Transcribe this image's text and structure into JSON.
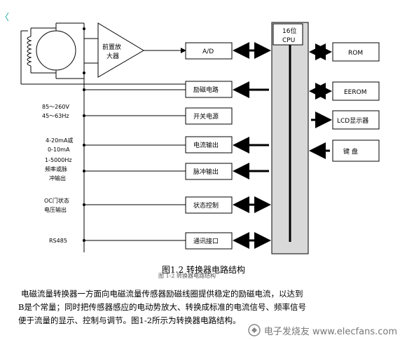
{
  "corner_mark": "〈",
  "diagram": {
    "cpu_label": "16位\nCPU",
    "cpu_label_line1": "16位",
    "cpu_label_line2": "CPU",
    "preamp_line1": "前置放",
    "preamp_line2": "大器",
    "ad": "A/D",
    "excitation": "励磁电路",
    "switching_ps": "开关电源",
    "current_out": "电流输出",
    "pulse_out": "脉冲输出",
    "status_ctrl": "状态控制",
    "comm_if": "通讯接口",
    "rom": "ROM",
    "eerom": "EEROM",
    "lcd": "LCD显示器",
    "keyboard": "键  盘",
    "in_power_1": "85～260V",
    "in_power_2": "45～63Hz",
    "in_current_1": "4-20mA或",
    "in_current_2": "0-10mA",
    "in_pulse_1": "1-5000Hz",
    "in_pulse_2": "频率或脉",
    "in_pulse_3": "冲输出",
    "in_status_1": "OC门状态",
    "in_status_2": "电压输出",
    "in_rs485": "RS485"
  },
  "caption": "图1.2 转换器电路结构",
  "caption_ghost": "图 1-2  转换器电路结构",
  "paragraph_line1": "电磁流量转换器一方面向电磁流量传感器励磁线圈提供稳定的励磁电流，以达到",
  "paragraph_line2": "B是个常量；同时把传感器感应的电动势放大、转换成标准的电流信号、频率信号",
  "paragraph_line3": "便于流量的显示、控制与调节。图1-2所示为转换器电路结构。",
  "watermark": "电子发烧友 www.elecfans.com"
}
